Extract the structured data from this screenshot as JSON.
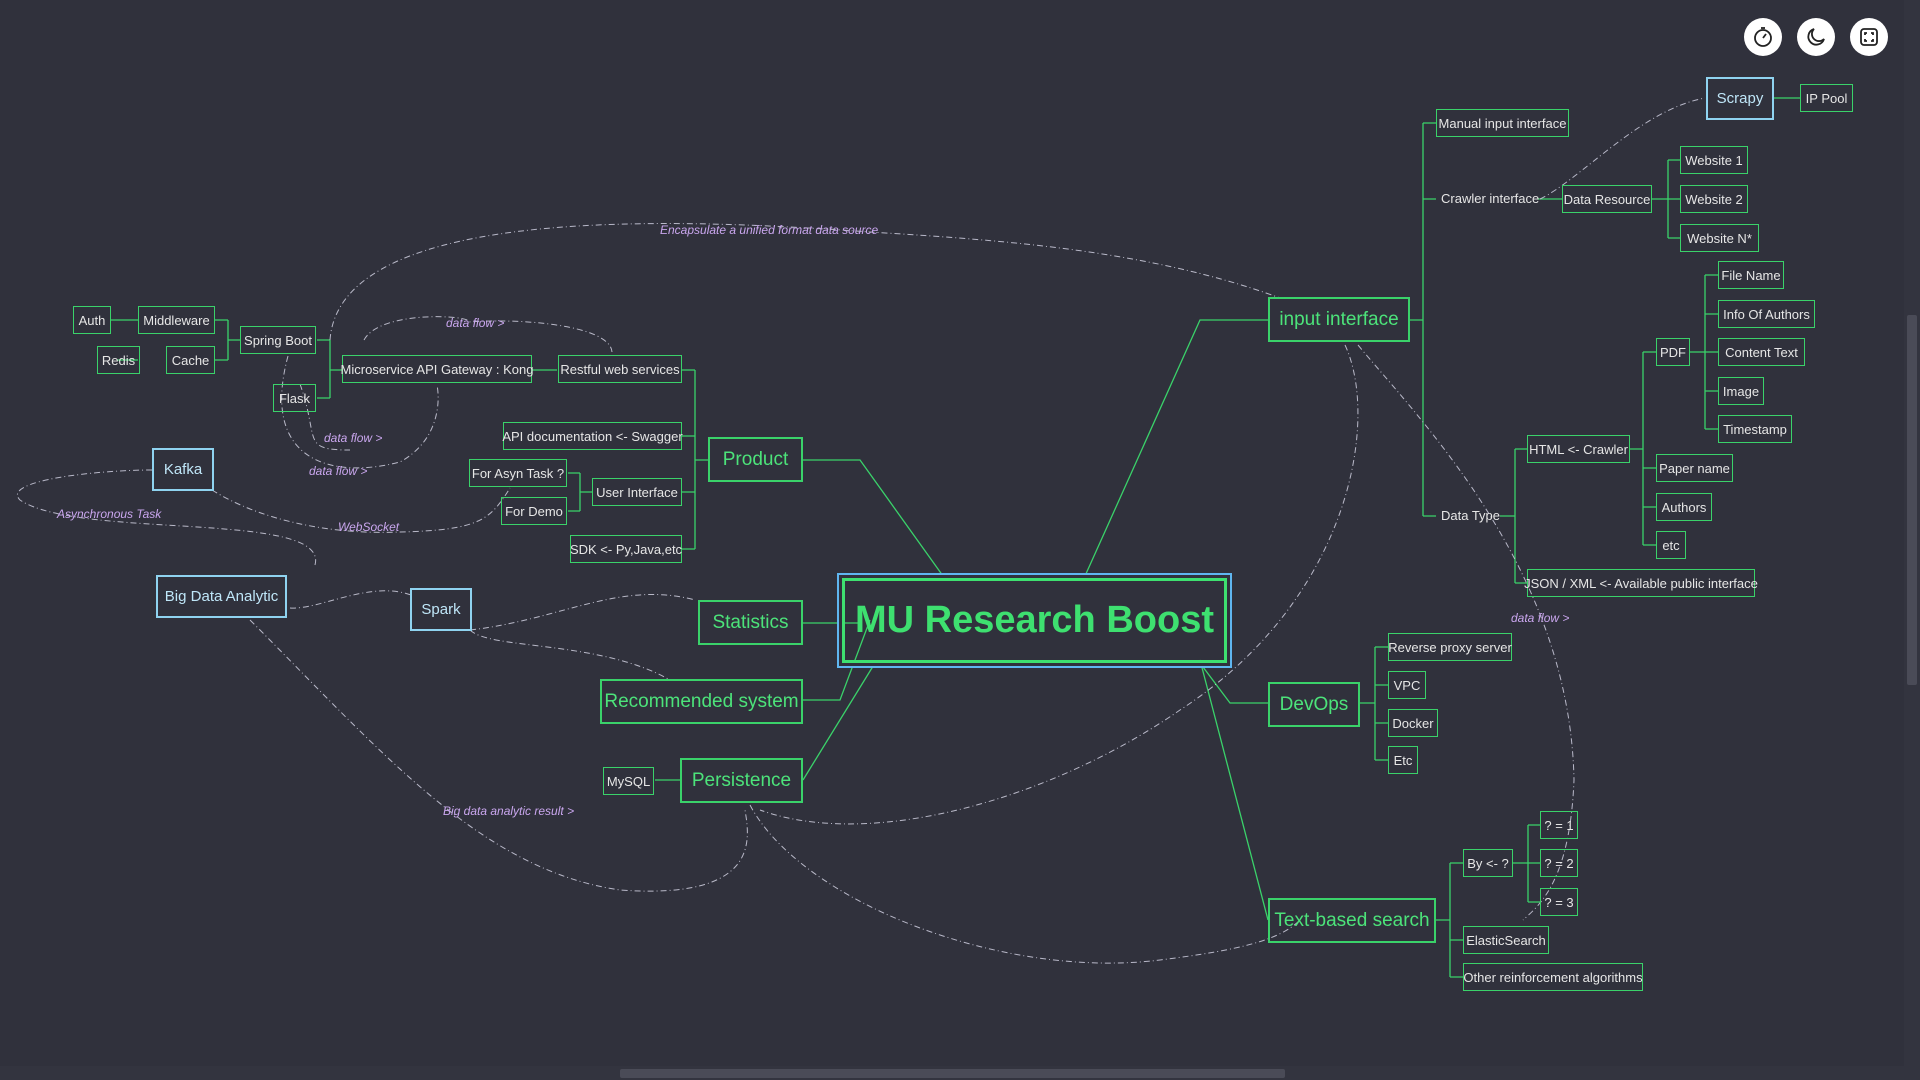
{
  "title": "MU Research Boost",
  "branches": {
    "product": "Product",
    "statistics": "Statistics",
    "recommended": "Recommended system",
    "persistence": "Persistence",
    "input": "input interface",
    "devops": "DevOps",
    "textsearch": "Text-based search"
  },
  "product_nodes": {
    "auth": "Auth",
    "middleware": "Middleware",
    "redis": "Redis",
    "cache": "Cache",
    "spring_boot": "Spring Boot",
    "flask": "Flask",
    "gateway": "Microservice API Gateway : Kong",
    "restful": "Restful web services",
    "swagger": "API documentation <- Swagger",
    "asyn": "For Asyn Task ?",
    "demo": "For Demo",
    "user_interface": "User Interface",
    "sdk": "SDK <- Py,Java,etc"
  },
  "analytics_nodes": {
    "kafka": "Kafka",
    "big_data": "Big Data Analytic",
    "spark": "Spark",
    "mysql": "MySQL"
  },
  "input_nodes": {
    "manual": "Manual input interface",
    "crawler": "Crawler interface",
    "data_resource": "Data Resource",
    "scrapy": "Scrapy",
    "ip_pool": "IP Pool",
    "website1": "Website 1",
    "website2": "Website 2",
    "websiteN": "Website  N*",
    "data_type": "Data Type",
    "html": "HTML <- Crawler",
    "pdf": "PDF",
    "file_name": "File Name",
    "info_authors": "Info Of Authors",
    "content_text": "Content Text",
    "image": "Image",
    "timestamp": "Timestamp",
    "paper_name": "Paper name",
    "authors": "Authors",
    "etc": "etc",
    "json_xml": "JSON / XML <- Available public interface"
  },
  "devops_nodes": {
    "reverse_proxy": "Reverse proxy server",
    "vpc": "VPC",
    "docker": "Docker",
    "etc": "Etc"
  },
  "search_nodes": {
    "by": "By <- ?",
    "q1": "? = 1",
    "q2": "? = 2",
    "q3": "? = 3",
    "elastic": "ElasticSearch",
    "other_algo": "Other reinforcement algorithms"
  },
  "relation_labels": {
    "unified": "Encapsulate a unified format data source",
    "data_flow_top": "data flow >",
    "data_flow_flask": "data flow >",
    "data_flow_lower": "data flow >",
    "async_task": "Asynchronous Task",
    "websocket": "WebSocket",
    "data_flow_right": "data flow >",
    "big_data_result": "Big data analytic result >"
  },
  "toolbar": {
    "timer_icon": "stopwatch-icon",
    "theme_icon": "moon-icon",
    "fullscreen_icon": "fullscreen-icon"
  },
  "colors": {
    "background": "#30313c",
    "node_border": "#3ad26a",
    "root_text": "#3ee070",
    "highlight_border": "#8fd3f0",
    "relation_line": "#c8c8d8",
    "relation_label": "#c9a6ee"
  }
}
